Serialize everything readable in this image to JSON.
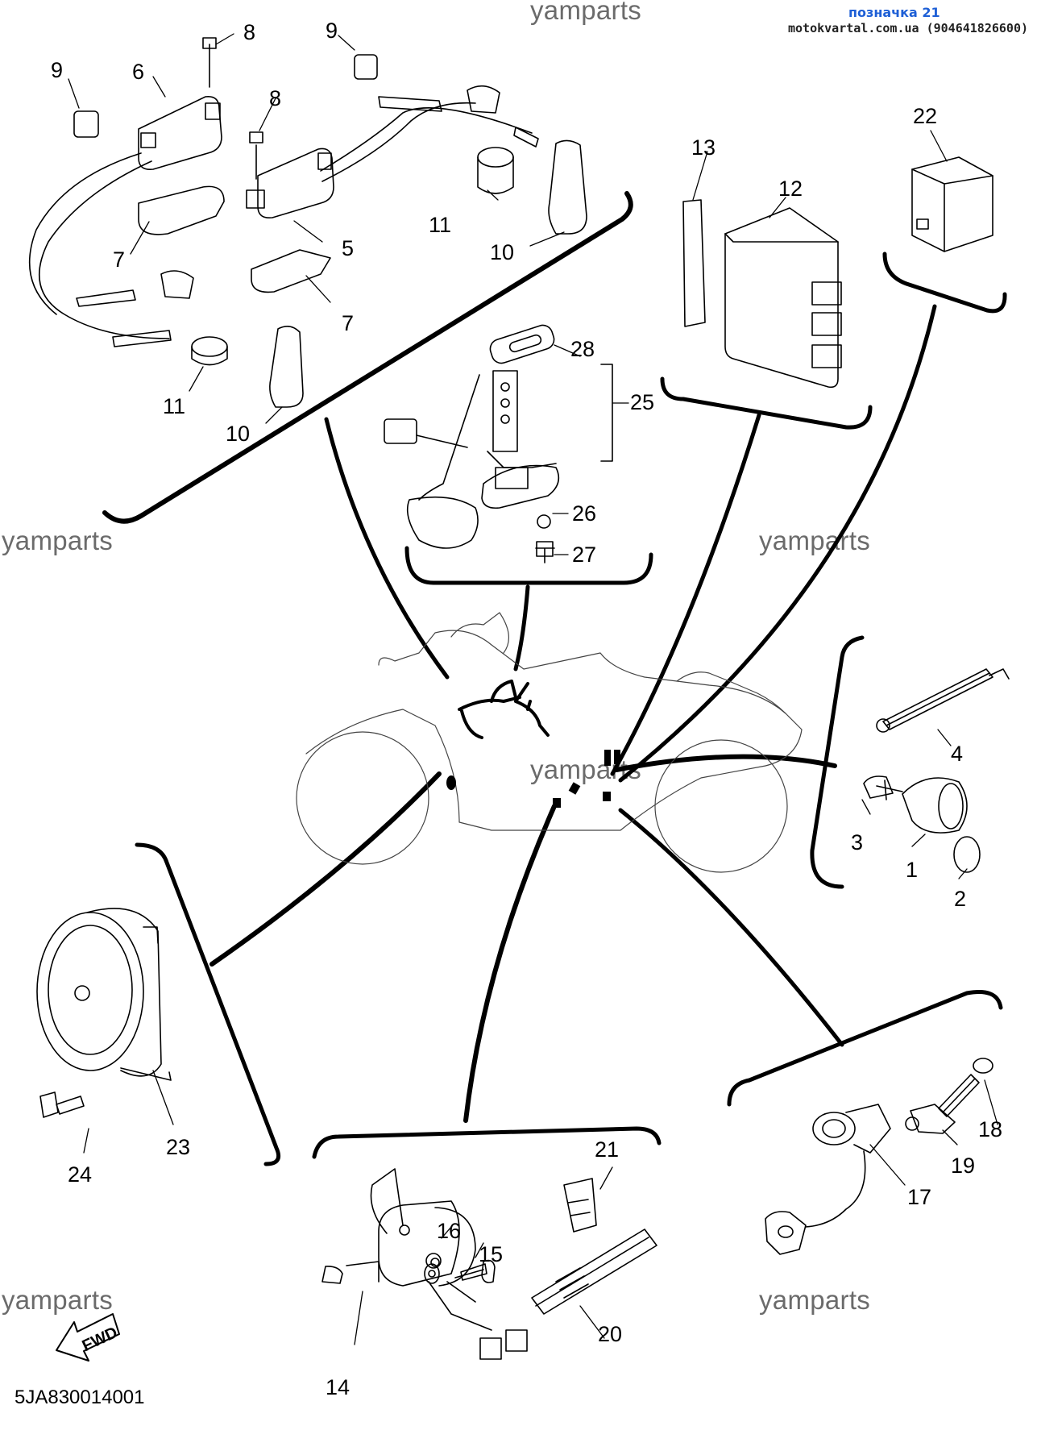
{
  "header": {
    "title": "позначка 21",
    "site": "motokvartal.com.ua (904641826600)"
  },
  "watermark": "yamparts",
  "diagram_code": "5JA830014001",
  "fwd_label": "FWD",
  "callouts": {
    "c1": "1",
    "c2": "2",
    "c3": "3",
    "c4": "4",
    "c5": "5",
    "c6": "6",
    "c7a": "7",
    "c7b": "7",
    "c8a": "8",
    "c8b": "8",
    "c9a": "9",
    "c9b": "9",
    "c10a": "10",
    "c10b": "10",
    "c11a": "11",
    "c11b": "11",
    "c12": "12",
    "c13": "13",
    "c14": "14",
    "c15": "15",
    "c16": "16",
    "c17": "17",
    "c18": "18",
    "c19": "19",
    "c20": "20",
    "c21": "21",
    "c22": "22",
    "c23": "23",
    "c24": "24",
    "c25": "25",
    "c26": "26",
    "c27": "27",
    "c28": "28"
  }
}
